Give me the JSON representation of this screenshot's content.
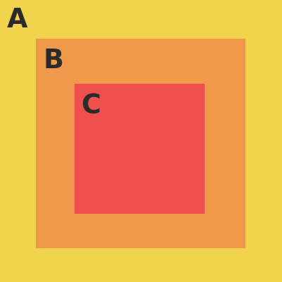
{
  "boxes": {
    "a": {
      "label": "A",
      "color": "#f1d44b"
    },
    "b": {
      "label": "B",
      "color": "#f0994b"
    },
    "c": {
      "label": "C",
      "color": "#f0504d"
    }
  },
  "label_color": "#2b2b2b"
}
